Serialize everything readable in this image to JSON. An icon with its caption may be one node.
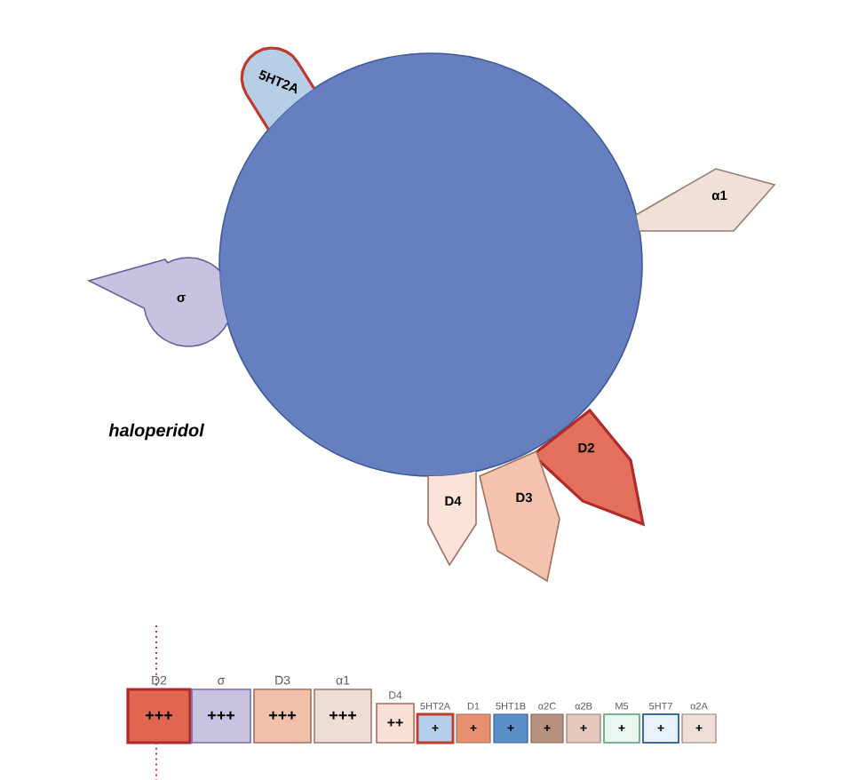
{
  "diagram": {
    "nodes": [
      {
        "text": [],
        "shape": "circle",
        "beside": [
          "haloperidol"
        ]
      },
      {
        "text": [
          "5HT2A"
        ]
      },
      {
        "text": [
          "α1"
        ]
      },
      {
        "text": [
          "σ"
        ]
      },
      {
        "text": [
          "D2"
        ]
      },
      {
        "text": [
          "D3"
        ]
      },
      {
        "text": [
          "D4"
        ]
      },
      {
        "text": [
          "D2",
          "+++"
        ]
      },
      {
        "text": [
          "σ",
          "+++"
        ]
      },
      {
        "text": [
          "D3",
          "+++"
        ]
      },
      {
        "text": [
          "α1",
          "+++"
        ]
      },
      {
        "text": [
          "D4",
          "++"
        ]
      },
      {
        "text": [
          "5HT2A",
          "+"
        ]
      },
      {
        "text": [
          "D1",
          "+"
        ]
      },
      {
        "text": [
          "5HT1B",
          "+"
        ]
      },
      {
        "text": [
          "α2C",
          "+"
        ]
      },
      {
        "text": [
          "α2B",
          "+"
        ]
      },
      {
        "text": [
          "M5",
          "+"
        ]
      },
      {
        "text": [
          "5HT7",
          "+"
        ]
      },
      {
        "text": [
          "α2A",
          "+"
        ]
      }
    ]
  }
}
